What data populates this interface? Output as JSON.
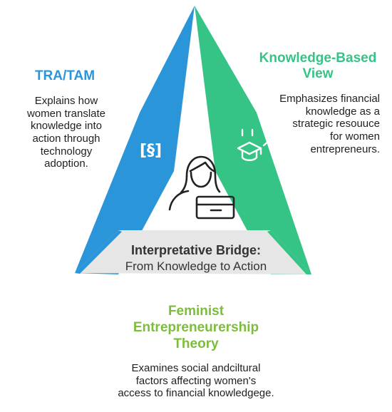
{
  "colors": {
    "left_side": "#2a95d8",
    "right_side": "#35c486",
    "bottom_band": "#e6e6e6",
    "title_left": "#2a95d8",
    "title_right": "#35c486",
    "title_bottom": "#7dbd3c",
    "body_text": "#1f1f1f"
  },
  "left": {
    "title": "TRA/TAM",
    "body": "Explains how\nwomen translate\nknowledge into\naction through\ntechnology\nadoption.",
    "icon": "section-sign-icon",
    "icon_glyph": "[§]"
  },
  "right": {
    "title": "Knowledge-Based\nView",
    "body": "Emphasizes financial\nknowledge as a\nstrategic resouuce\nfor women\nentrepreneurs.",
    "icon": "graduation-cap-growth-icon"
  },
  "center": {
    "icon": "woman-with-laptop-icon"
  },
  "bridge": {
    "title": "Interpretative Bridge:",
    "subtitle": "From Knowledge to Action"
  },
  "bottom": {
    "title": "Feminist\nEntrepreneurership\nTheory",
    "body": "Examines social andciltural\nfactors affecting women's\naccess to financial knowledgege."
  }
}
